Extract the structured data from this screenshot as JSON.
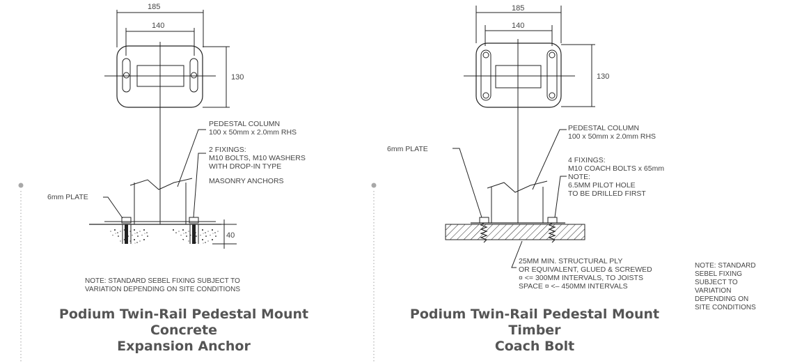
{
  "left": {
    "dims": {
      "outer_width": "185",
      "inner_width": "140",
      "height": "130",
      "depth": "40"
    },
    "labels": {
      "column_title": "PEDESTAL COLUMN",
      "column_size": "100 x 50mm x 2.0mm RHS",
      "fixings_1": "2 FIXINGS:",
      "fixings_2": "M10 BOLTS, M10 WASHERS",
      "fixings_3": "WITH DROP-IN TYPE",
      "fixings_4": "MASONRY ANCHORS",
      "plate": "6mm PLATE"
    },
    "note": {
      "line1": "NOTE: STANDARD SEBEL FIXING SUBJECT TO",
      "line2": "VARIATION DEPENDING ON SITE CONDITIONS"
    },
    "title": {
      "line1": "Podium Twin-Rail Pedestal Mount",
      "line2": "Concrete",
      "line3": "Expansion Anchor"
    }
  },
  "right": {
    "dims": {
      "outer_width": "185",
      "inner_width": "140",
      "height": "130"
    },
    "labels": {
      "column_title": "PEDESTAL COLUMN",
      "column_size": "100 x 50mm x 2.0mm RHS",
      "plate": "6mm PLATE",
      "fixings_1": "4 FIXINGS:",
      "fixings_2": "M10 COACH BOLTS x 65mm",
      "fixings_3": "NOTE:",
      "fixings_4": "6.5MM PILOT HOLE",
      "fixings_5": "TO BE DRILLED FIRST",
      "ply_1": "25MM MIN. STRUCTURAL PLY",
      "ply_2": "OR EQUIVALENT, GLUED & SCREWED",
      "ply_3": "¤ <= 300MM INTERVALS, TO JOISTS",
      "ply_4": "SPACE ¤ <– 450MM INTERVALS"
    },
    "note": {
      "line1": "NOTE: STANDARD",
      "line2": "SEBEL FIXING",
      "line3": "SUBJECT TO",
      "line4": "VARIATION",
      "line5": "DEPENDING ON",
      "line6": "SITE CONDITIONS"
    },
    "title": {
      "line1": "Podium Twin-Rail Pedestal Mount",
      "line2": "Timber",
      "line3": "Coach Bolt"
    }
  }
}
